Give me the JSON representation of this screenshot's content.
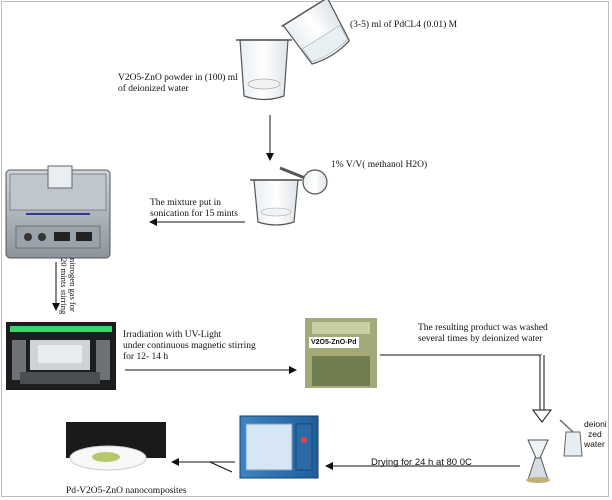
{
  "steps": {
    "pdcl4": "(3-5) ml of PdCL4 (0.01) M",
    "powder_line1": "V2O5-ZnO powder in (100) ml",
    "powder_line2": "of deionized water",
    "methanol": "1%  V/V( methanol H2O)",
    "sonication_line1": "The mixture put in",
    "sonication_line2": "sonication for 15 mints",
    "nitrogen_line1": "nitrogen gas for",
    "nitrogen_line2": "20 mints stirring",
    "irradiation_line1": "Irradiation with UV-Light",
    "irradiation_line2": " under continuous magnetic stirring",
    "irradiation_line3": "for 12- 14 h",
    "washed_line1": "The resulting product was washed",
    "washed_line2": "several times by deionized water",
    "deionized_line1": "deioni",
    "deionized_line2": "zed",
    "deionized_line3": "water",
    "drying": "Drying for 24 h at 80 0C",
    "product": "Pd-V2O5-ZnO nanocomposites"
  },
  "sample_tag": "V2O5-ZnO-Pd"
}
